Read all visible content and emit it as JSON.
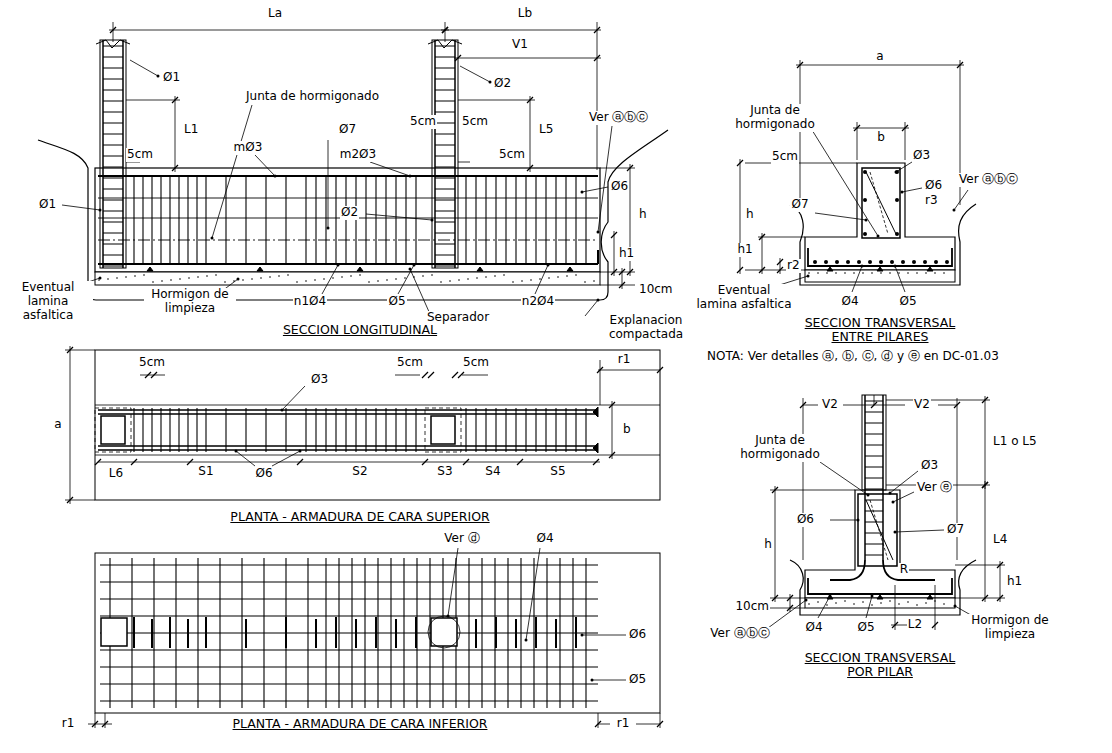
{
  "diagram": {
    "labels": [
      "La",
      "Lb",
      "V1",
      "Ø1",
      "Ø2",
      "L1",
      "L5",
      "Junta de hormigonado",
      "Ø7",
      "5cm",
      "5cm",
      "5cm",
      "mØ3",
      "m2Ø3",
      "5cm",
      "Ver ⓐⓑⓒ",
      "Ø6",
      "Ø1",
      "Ø2",
      "h",
      "h1",
      "10cm",
      "Eventual lamina asfaltica",
      "Hormigon de limpieza",
      "n1Ø4",
      "Ø5",
      "Separador",
      "n2Ø4",
      "Explanacion compactada",
      "SECCION LONGITUDINAL",
      "a",
      "Junta de hormigonado",
      "b",
      "5cm",
      "Ø3",
      "Ø6",
      "r3",
      "Ver ⓐⓑⓒ",
      "h",
      "Ø7",
      "h1",
      "r2",
      "Eventual lamina asfaltica",
      "Ø4",
      "Ø5",
      "SECCION TRANSVERSAL ENTRE PILARES",
      "NOTA: Ver detalles ⓐ, ⓑ, ⓒ, ⓓ y ⓔ en DC-01.03",
      "a",
      "5cm",
      "5cm",
      "5cm",
      "r1",
      "Ø3",
      "b",
      "L6",
      "S1",
      "S2",
      "S3",
      "S4",
      "S5",
      "Ø6",
      "PLANTA - ARMADURA DE CARA SUPERIOR",
      "Ver ⓓ",
      "Ø4",
      "Ø6",
      "Ø5",
      "r1",
      "r1",
      "PLANTA - ARMADURA DE CARA INFERIOR",
      "V2",
      "V2",
      "Junta de hormigonado",
      "L1 o L5",
      "Ø3",
      "Ver ⓔ",
      "Ø6",
      "Ø7",
      "h",
      "L4",
      "R",
      "h1",
      "10cm",
      "L2",
      "Hormigon de limpieza",
      "Ver ⓐⓑⓒ",
      "Ø4",
      "Ø5",
      "SECCION TRANSVERSAL POR PILAR"
    ]
  }
}
